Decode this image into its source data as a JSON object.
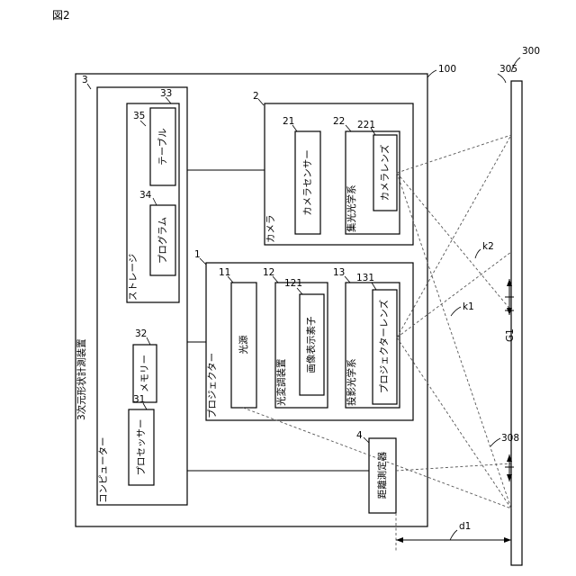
{
  "figure_label": "図2",
  "refs": {
    "r100": "100",
    "r3": "3",
    "r33": "33",
    "r35": "35",
    "r34": "34",
    "r2": "2",
    "r21": "21",
    "r22": "22",
    "r221": "221",
    "r1": "1",
    "r11": "11",
    "r12": "12",
    "r121": "121",
    "r13": "13",
    "r131": "131",
    "r32": "32",
    "r31": "31",
    "r4": "4",
    "r300": "300",
    "r305": "305",
    "r308": "308",
    "k1": "k1",
    "k2": "k2",
    "g1": "G1",
    "d1": "d1"
  },
  "labels": {
    "device": "3次元形状計測装置",
    "computer": "コンピューター",
    "storage": "ストレージ",
    "table": "テーブル",
    "program": "プログラム",
    "camera": "カメラ",
    "camera_sensor": "カメラセンサー",
    "condensing_optics": "集光光学系",
    "camera_lens": "カメラレンズ",
    "projector": "プロジェクター",
    "light_source": "光源",
    "light_modulator": "光変調装置",
    "image_display_element": "画像表示素子",
    "projection_optics": "投影光学系",
    "projector_lens": "プロジェクターレンズ",
    "memory": "メモリー",
    "processor": "プロセッサー",
    "distance_sensor": "距離測定器"
  }
}
